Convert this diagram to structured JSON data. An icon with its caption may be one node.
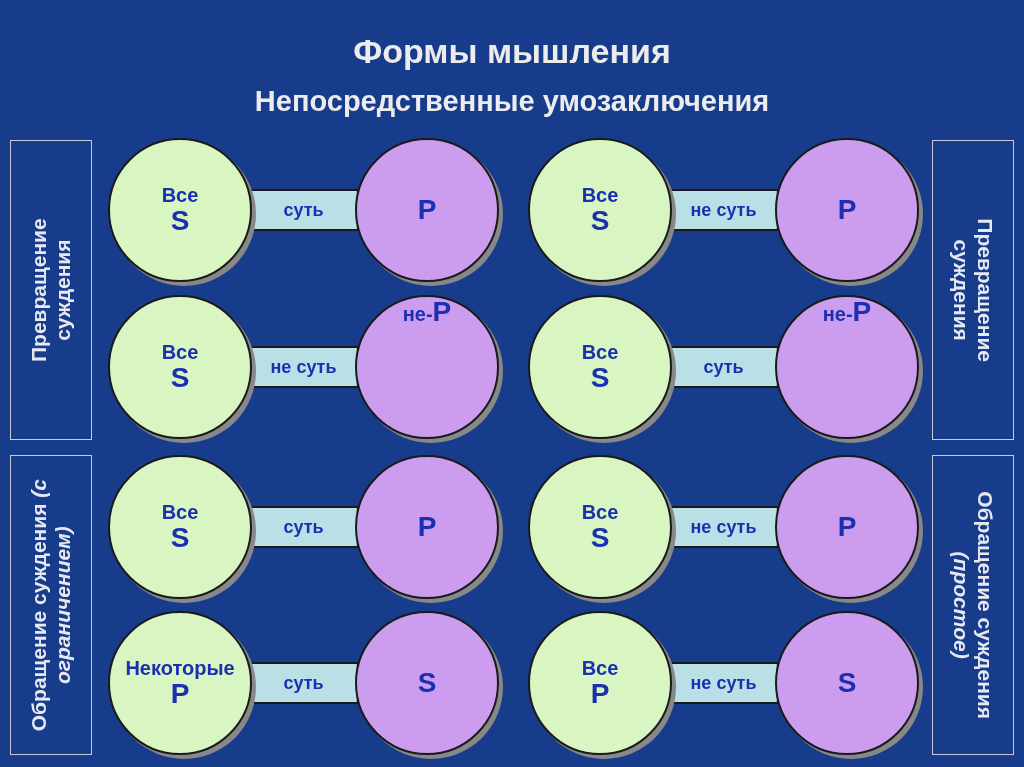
{
  "diagram": {
    "title": "Формы мышления",
    "nodes": [
      {
        "text": [
          "Превращение суждения"
        ]
      },
      {
        "text": [
          "Превращение суждения"
        ]
      },
      {
        "text": [
          "Обращение суждения *(с ограничением)*"
        ]
      },
      {
        "text": [
          "Обращение суждения *(простое)*"
        ]
      },
      {
        "text": [
          "Все",
          "S"
        ]
      },
      {
        "text": [
          "P"
        ]
      },
      {
        "text": [
          "Все",
          "S"
        ]
      },
      {
        "text": [
          "P"
        ]
      },
      {
        "text": [
          "Все",
          "S"
        ]
      },
      {
        "text": [
          "не-",
          "P"
        ]
      },
      {
        "text": [
          "Все",
          "S"
        ]
      },
      {
        "text": [
          "не-",
          "P"
        ]
      },
      {
        "text": [
          "Все",
          "S"
        ]
      },
      {
        "text": [
          "P"
        ]
      },
      {
        "text": [
          "Все",
          "S"
        ]
      },
      {
        "text": [
          "P"
        ]
      },
      {
        "text": [
          "Некоторые",
          "P"
        ]
      },
      {
        "text": [
          "S"
        ]
      },
      {
        "text": [
          "Все",
          "P"
        ]
      },
      {
        "text": [
          "S"
        ]
      }
    ],
    "edges": [
      {
        "from": 4,
        "to": 5,
        "arrow": "none",
        "label": "суть",
        "style": "thick"
      },
      {
        "from": 6,
        "to": 7,
        "arrow": "none",
        "label": "не суть",
        "style": "thick"
      },
      {
        "from": 8,
        "to": 9,
        "arrow": "none",
        "label": "не суть",
        "style": "thick"
      },
      {
        "from": 10,
        "to": 11,
        "arrow": "none",
        "label": "суть",
        "style": "thick"
      },
      {
        "from": 12,
        "to": 13,
        "arrow": "none",
        "label": "суть",
        "style": "thick"
      },
      {
        "from": 14,
        "to": 15,
        "arrow": "none",
        "label": "не суть",
        "style": "thick"
      },
      {
        "from": 16,
        "to": 17,
        "arrow": "none",
        "label": "суть",
        "style": "thick"
      },
      {
        "from": 18,
        "to": 19,
        "arrow": "none",
        "label": "не суть",
        "style": "thick"
      }
    ],
    "labels": [
      "Непосредственные умозаключения"
    ]
  }
}
